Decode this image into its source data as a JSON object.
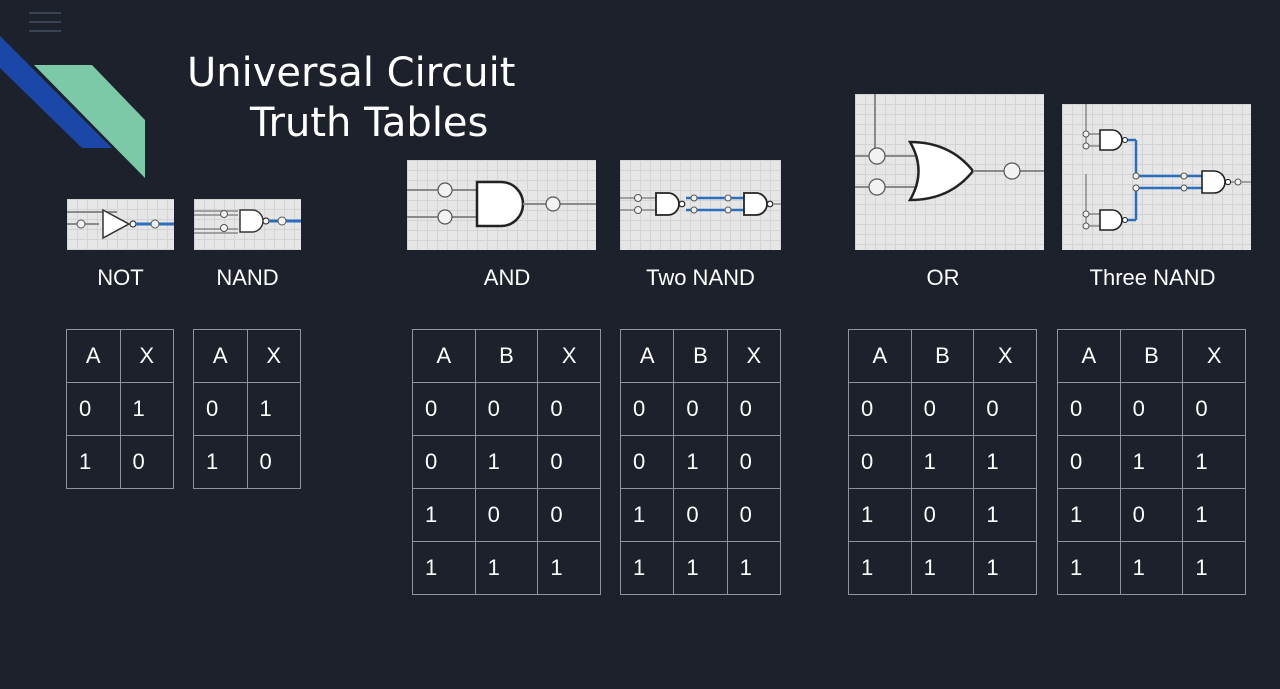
{
  "slide": {
    "title_line1": "Universal Circuit",
    "title_line2": "Truth Tables",
    "menu_icon": "hamburger-menu-icon",
    "accent_colors": [
      "#1b48a8",
      "#7bc9a6"
    ],
    "background": "#1c212b"
  },
  "gates": [
    {
      "caption": "NOT",
      "image": "not-gate-circuit"
    },
    {
      "caption": "NAND",
      "image": "nand-gate-circuit"
    },
    {
      "caption": "AND",
      "image": "and-gate-circuit"
    },
    {
      "caption": "Two NAND",
      "image": "two-nand-circuit"
    },
    {
      "caption": "OR",
      "image": "or-gate-circuit"
    },
    {
      "caption": "Three NAND",
      "image": "three-nand-circuit"
    }
  ],
  "tables": {
    "not": {
      "headers": [
        "A",
        "X"
      ],
      "rows": [
        [
          "0",
          "1"
        ],
        [
          "1",
          "0"
        ]
      ]
    },
    "nand": {
      "headers": [
        "A",
        "X"
      ],
      "rows": [
        [
          "0",
          "1"
        ],
        [
          "1",
          "0"
        ]
      ]
    },
    "and": {
      "headers": [
        "A",
        "B",
        "X"
      ],
      "rows": [
        [
          "0",
          "0",
          "0"
        ],
        [
          "0",
          "1",
          "0"
        ],
        [
          "1",
          "0",
          "0"
        ],
        [
          "1",
          "1",
          "1"
        ]
      ]
    },
    "two_nand": {
      "headers": [
        "A",
        "B",
        "X"
      ],
      "rows": [
        [
          "0",
          "0",
          "0"
        ],
        [
          "0",
          "1",
          "0"
        ],
        [
          "1",
          "0",
          "0"
        ],
        [
          "1",
          "1",
          "1"
        ]
      ]
    },
    "or": {
      "headers": [
        "A",
        "B",
        "X"
      ],
      "rows": [
        [
          "0",
          "0",
          "0"
        ],
        [
          "0",
          "1",
          "1"
        ],
        [
          "1",
          "0",
          "1"
        ],
        [
          "1",
          "1",
          "1"
        ]
      ]
    },
    "three_nand": {
      "headers": [
        "A",
        "B",
        "X"
      ],
      "rows": [
        [
          "0",
          "0",
          "0"
        ],
        [
          "0",
          "1",
          "1"
        ],
        [
          "1",
          "0",
          "1"
        ],
        [
          "1",
          "1",
          "1"
        ]
      ]
    }
  }
}
